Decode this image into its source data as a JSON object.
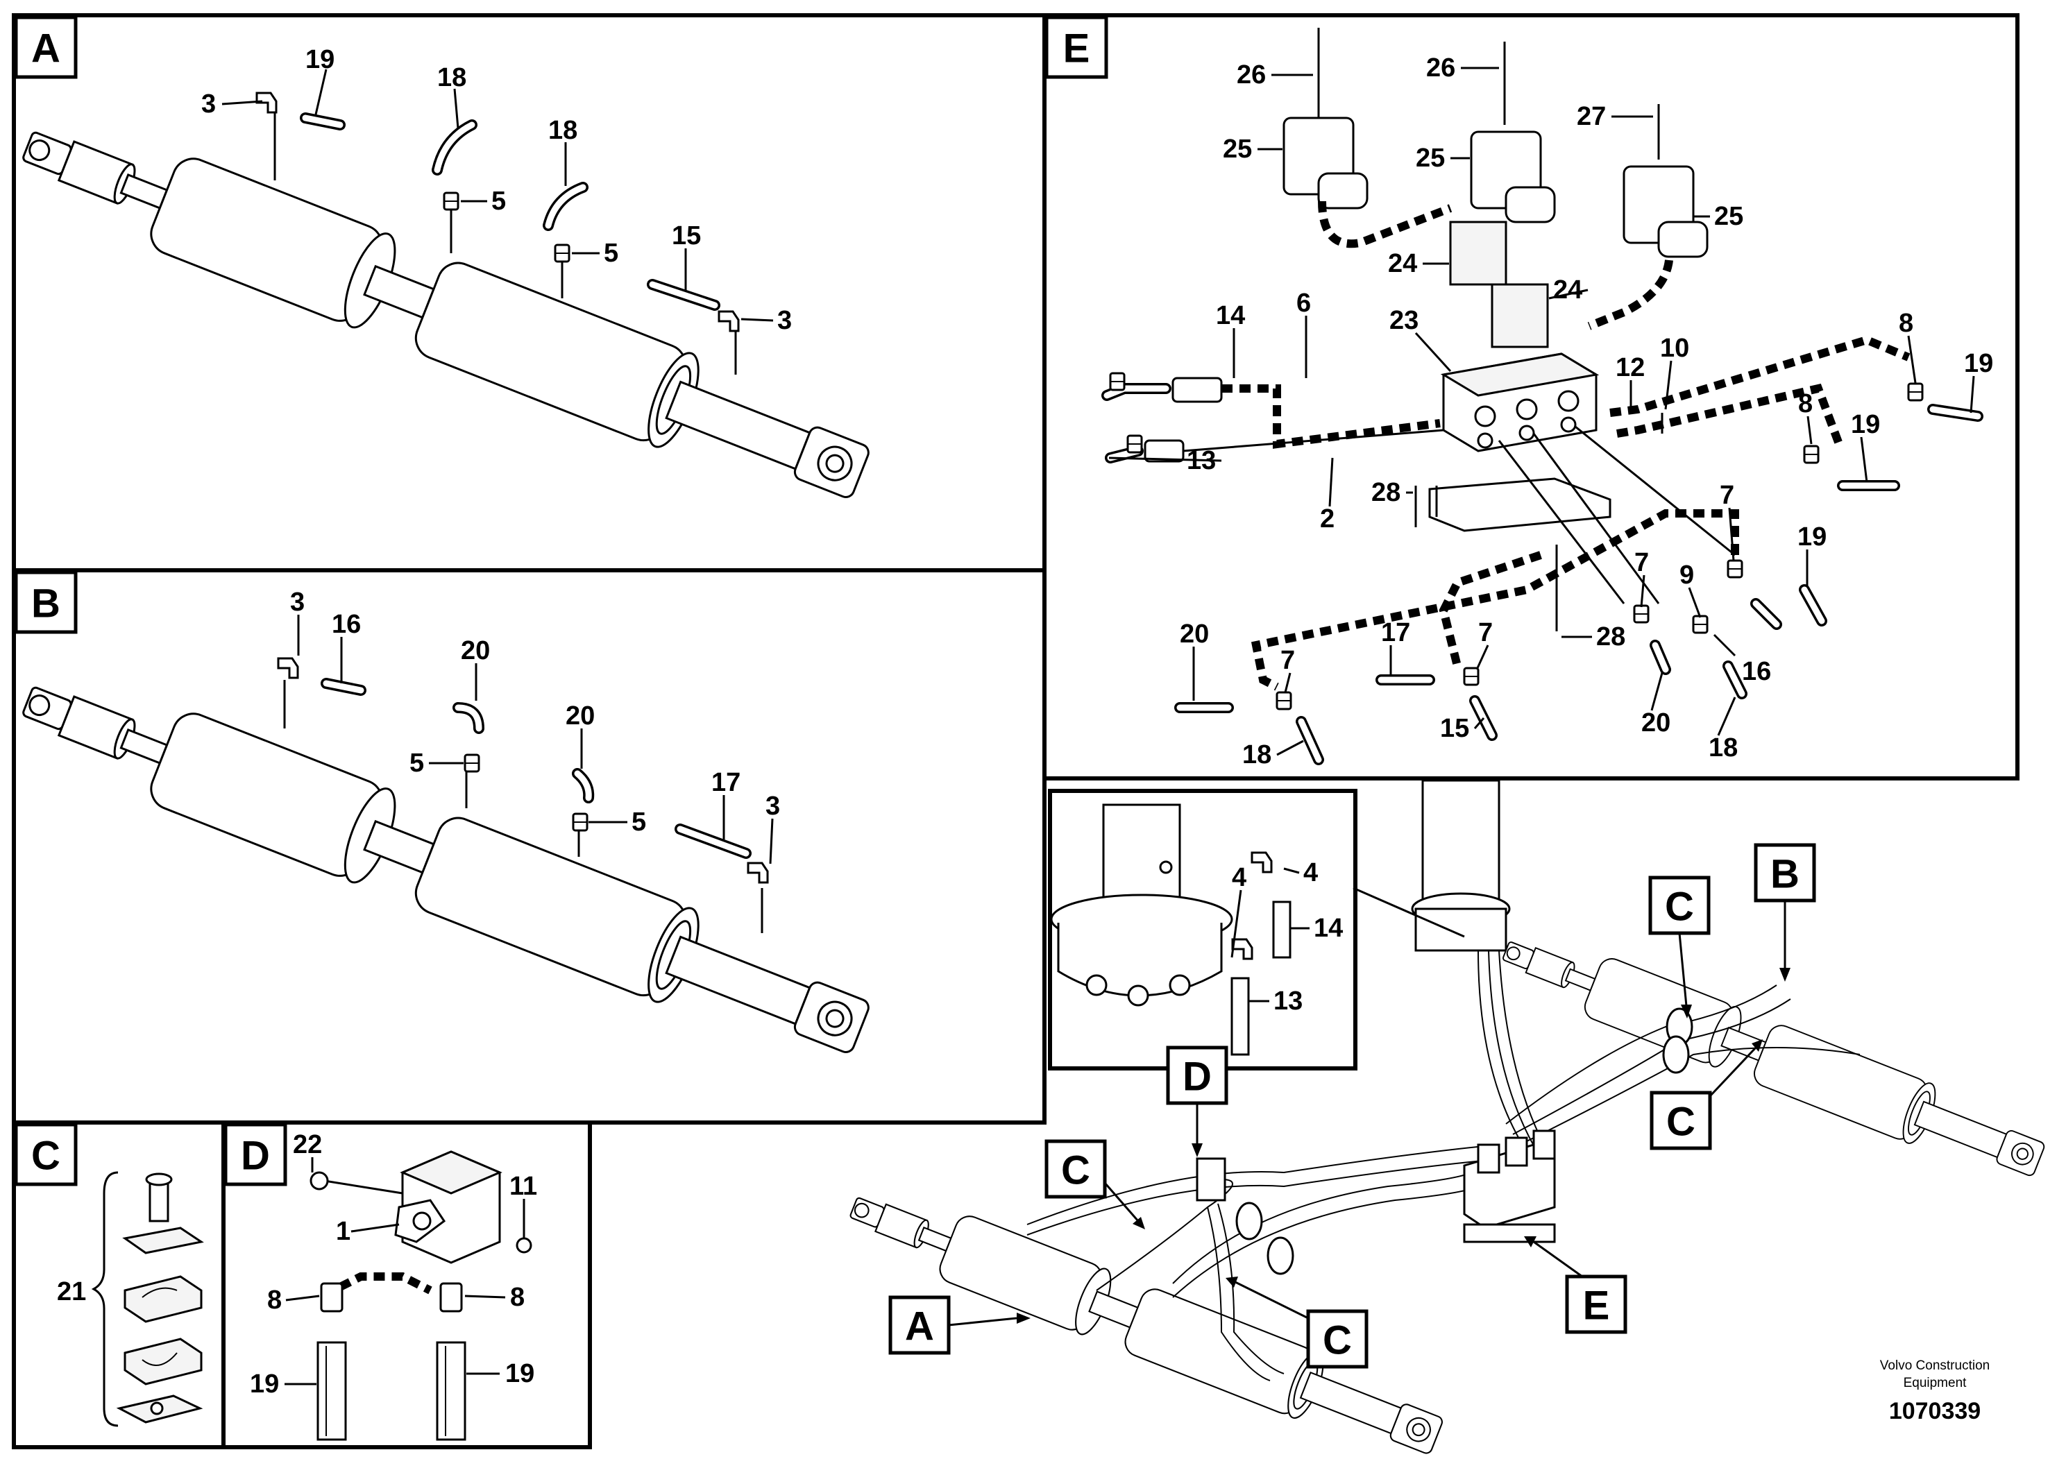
{
  "panels": {
    "A": "A",
    "B": "B",
    "C": "C",
    "D": "D",
    "E": "E"
  },
  "overview_callouts": {
    "A": "A",
    "B": "B",
    "C1": "C",
    "C2": "C",
    "C3": "C",
    "C4": "C",
    "D": "D",
    "E": "E"
  },
  "panel_a_parts": [
    "19",
    "3",
    "18",
    "5",
    "18",
    "5",
    "15",
    "3"
  ],
  "panel_b_parts": [
    "3",
    "16",
    "20",
    "5",
    "20",
    "5",
    "17",
    "3"
  ],
  "panel_c_parts": [
    "21"
  ],
  "panel_d_parts": [
    "22",
    "11",
    "1",
    "8",
    "8",
    "19",
    "19"
  ],
  "panel_e_parts": [
    "26",
    "26",
    "27",
    "25",
    "25",
    "25",
    "24",
    "24",
    "23",
    "14",
    "6",
    "12",
    "10",
    "8",
    "19",
    "8",
    "19",
    "13",
    "2",
    "28",
    "7",
    "19",
    "9",
    "7",
    "16",
    "20",
    "7",
    "17",
    "7",
    "28",
    "20",
    "18",
    "15",
    "18"
  ],
  "inset_parts": [
    "4",
    "4",
    "14",
    "13"
  ],
  "footer": {
    "brand_line1": "Volvo Construction",
    "brand_line2": "Equipment",
    "drawing_number": "1070339"
  }
}
